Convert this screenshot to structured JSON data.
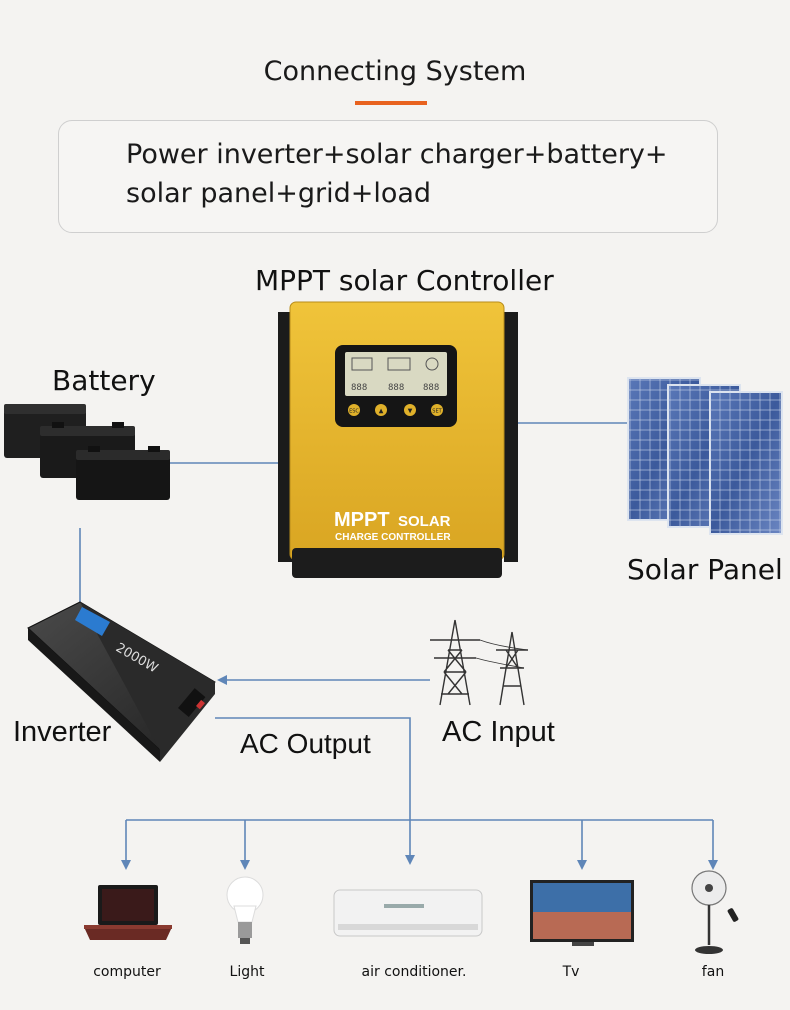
{
  "title": "Connecting System",
  "description": {
    "line1": "Power inverter+solar charger+battery+",
    "line2": "solar panel+grid+load"
  },
  "labels": {
    "controller": "MPPT solar Controller",
    "battery": "Battery",
    "solar_panel": "Solar Panel",
    "inverter": "Inverter",
    "ac_output": "AC Output",
    "ac_input": "AC Input"
  },
  "controller_face": {
    "brand": "MPPT",
    "brand_suffix": "SOLAR",
    "subtitle": "CHARGE CONTROLLER",
    "buttons": [
      "ESC",
      "▲",
      "▼",
      "SET"
    ]
  },
  "inverter_face": {
    "rating": "2000W"
  },
  "loads": [
    "computer",
    "Light",
    "air conditioner.",
    "Tv",
    "fan"
  ],
  "colors": {
    "accent": "#e8621f",
    "line": "#5f86b8",
    "controller": "#e5b42c"
  }
}
